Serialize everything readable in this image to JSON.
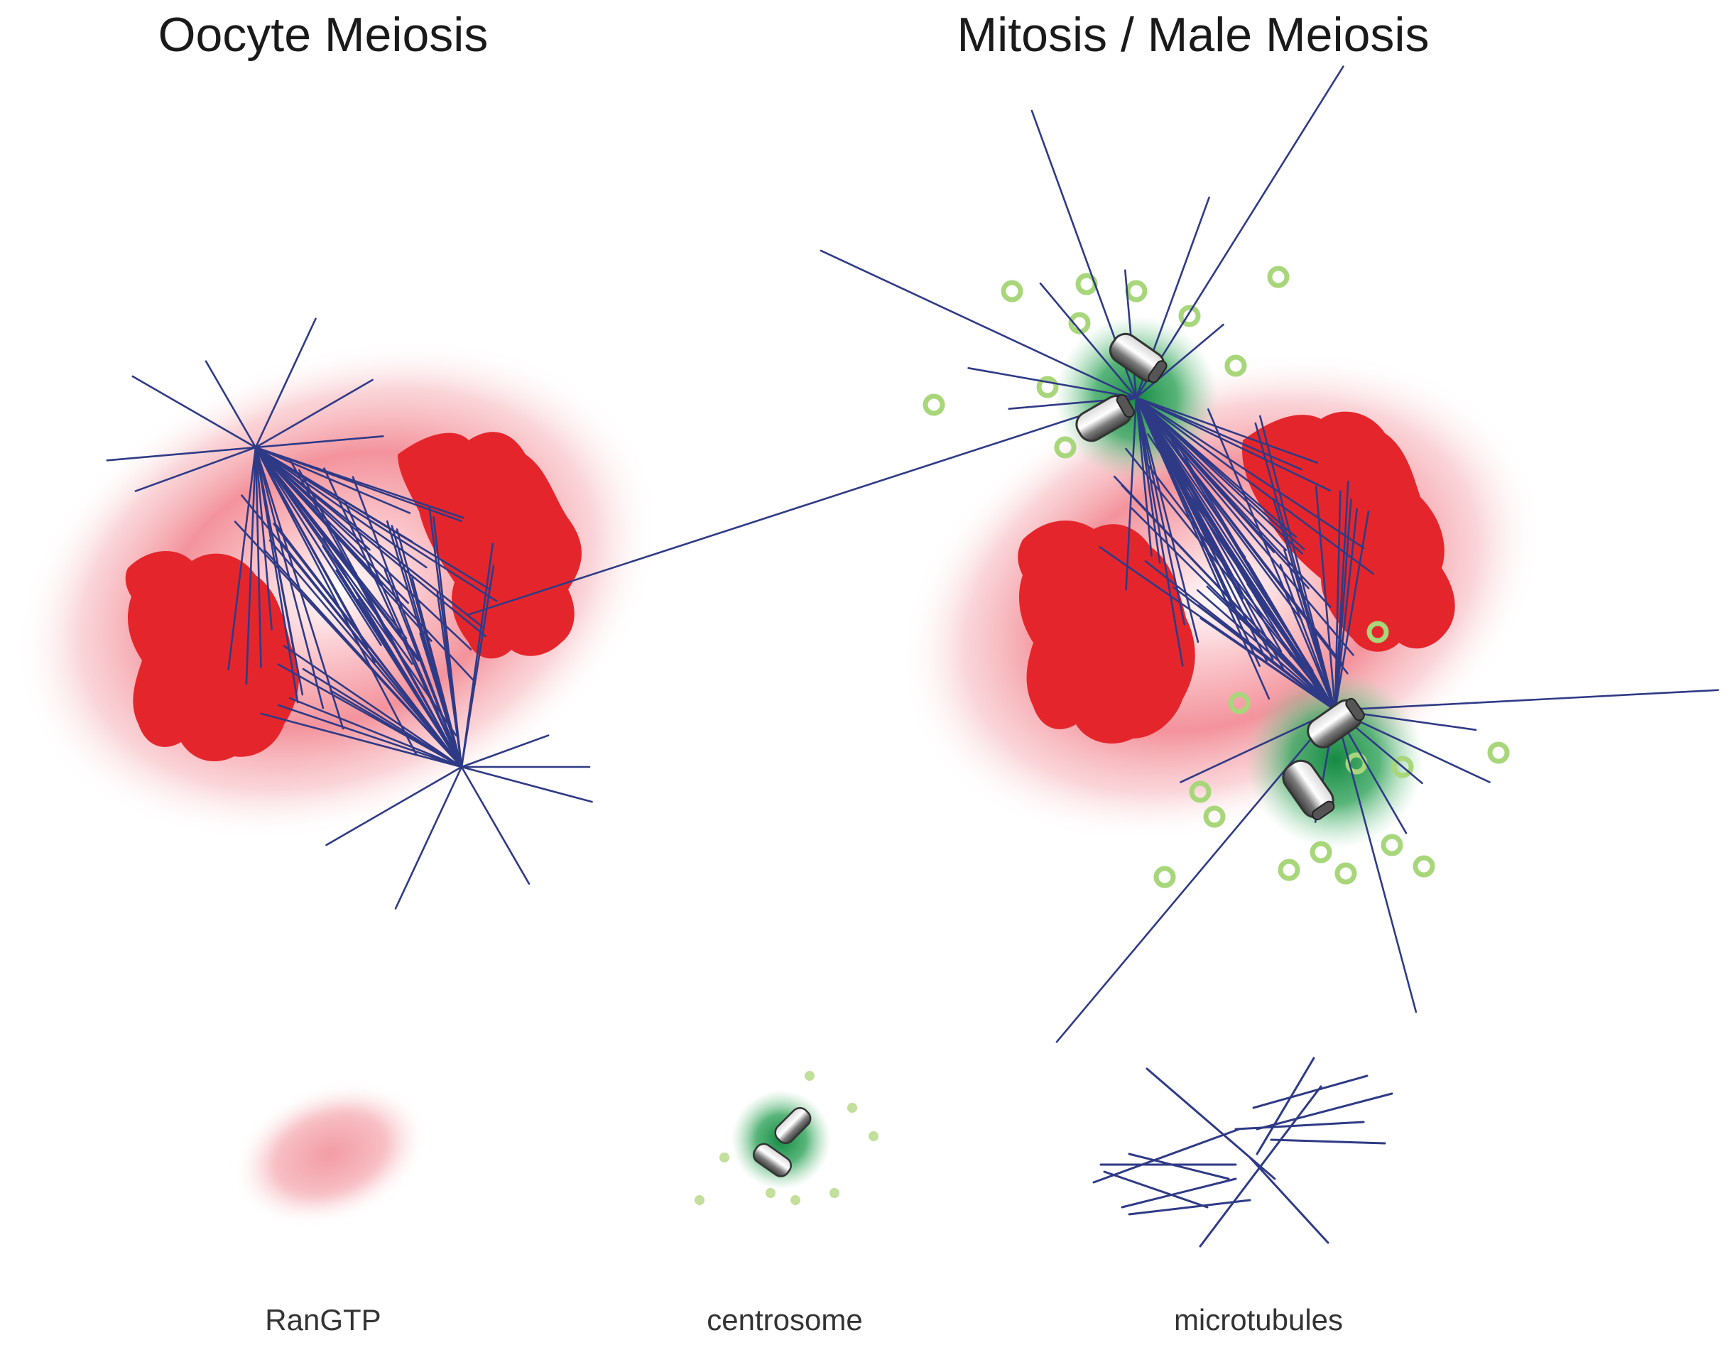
{
  "panels": {
    "left_title": "Oocyte Meiosis",
    "right_title": "Mitosis / Male Meiosis"
  },
  "legend": {
    "rangtp_label": "RanGTP",
    "centrosome_label": "centrosome",
    "microtubules_label": "microtubules"
  },
  "colors": {
    "rangtp_gradient": "#f6a8b0",
    "chromosome": "#e4262c",
    "microtubule": "#2f3a86",
    "centrosome_halo": "#2ea35a",
    "pcm_dot": "#a8d67a",
    "centriole": "#8c8c8c"
  }
}
